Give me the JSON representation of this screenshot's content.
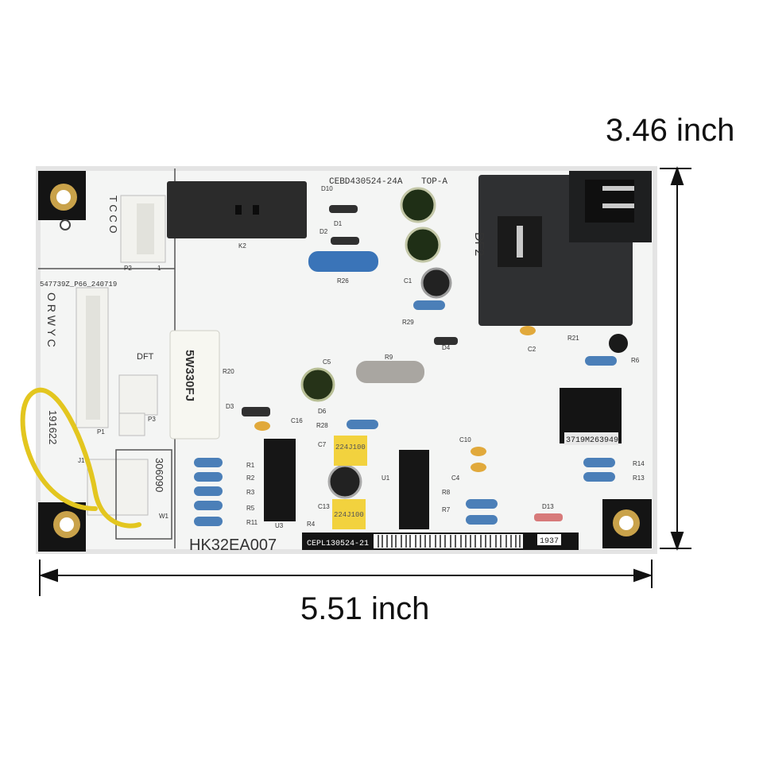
{
  "dimensions": {
    "height": "3.46 inch",
    "width": "5.51 inch"
  },
  "board": {
    "model_top": "CEBD430524-24A",
    "side": "TOP-A",
    "model_bottom": "HK32EA007",
    "barcode_label": "CEPL130524-21",
    "date_code": "1937",
    "chip_label": "3719M263949",
    "part_code": "547739Z_P66_240719",
    "left_code": "191622",
    "right_code": "306090",
    "resistor_marking": "5W330FJ",
    "cap_marking": "224J100",
    "silk_labels": {
      "k2": "K2",
      "p2": "P2",
      "p1": "P1",
      "p3": "P3",
      "j1": "J1",
      "w1": "W1",
      "dft": "DFT",
      "df2": "DF2",
      "d10": "D10",
      "d1": "D1",
      "d2": "D2",
      "d3": "D3",
      "d4": "D4",
      "d6": "D6",
      "d13": "D13",
      "r1": "R1",
      "r2": "R2",
      "r3": "R3",
      "r4": "R4",
      "r5": "R5",
      "r6": "R6",
      "r7": "R7",
      "r8": "R8",
      "r9": "R9",
      "r11": "R11",
      "r13": "R13",
      "r14": "R14",
      "r20": "R20",
      "r21": "R21",
      "r26": "R26",
      "r28": "R28",
      "r29": "R29",
      "c1": "C1",
      "c2": "C2",
      "c4": "C4",
      "c5": "C5",
      "c7": "C7",
      "c10": "C10",
      "c13": "C13",
      "c16": "C16",
      "u1": "U1",
      "u3": "U3",
      "pin1": "1",
      "tcco": "T C C O",
      "orwyc": "O R W Y C"
    }
  }
}
